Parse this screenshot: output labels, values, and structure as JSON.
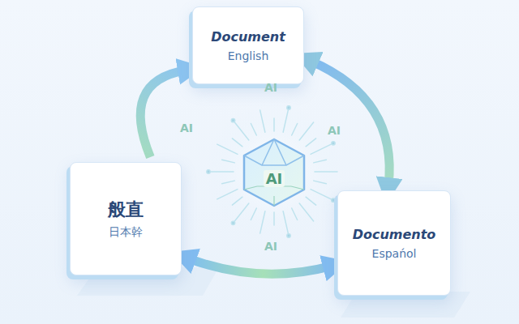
{
  "diagram": {
    "nodes": [
      {
        "text": [
          "Document",
          "English"
        ]
      },
      {
        "text": [
          "AI"
        ]
      },
      {
        "text": [
          "般直",
          "日本幹"
        ]
      },
      {
        "text": [
          "Documento",
          "Espańol"
        ]
      }
    ],
    "edges": [
      {
        "from": 2,
        "to": 0,
        "arrow": "to"
      },
      {
        "from": 0,
        "to": 3,
        "arrow": "both"
      },
      {
        "from": 2,
        "to": 3,
        "arrow": "both"
      }
    ],
    "labels": [
      "AI",
      "AI",
      "AI",
      "AI"
    ]
  }
}
